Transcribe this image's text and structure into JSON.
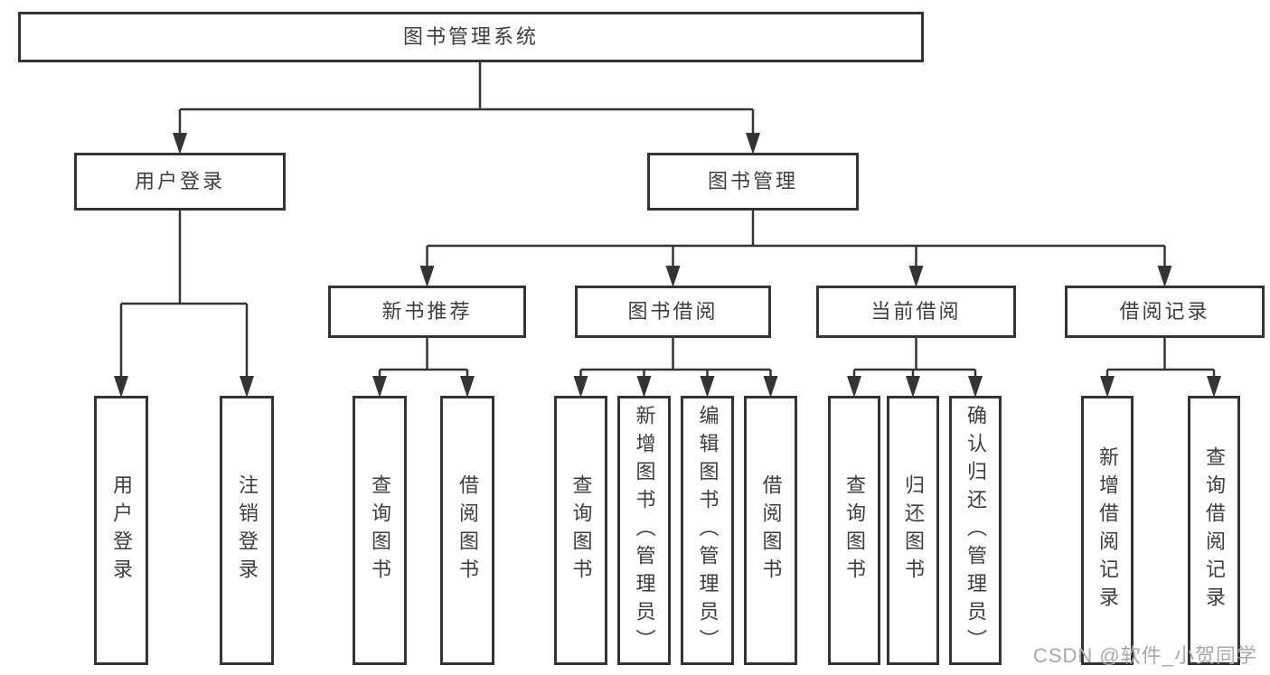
{
  "diagram": {
    "title": "图书管理系统",
    "level2": {
      "user_login": "用户登录",
      "book_management": "图书管理"
    },
    "level3": {
      "new_book_recommend": "新书推荐",
      "book_borrowing": "图书借阅",
      "current_borrowing": "当前借阅",
      "borrow_records": "借阅记录"
    },
    "leaves": {
      "user_login": "用户登录",
      "logout": "注销登录",
      "nb_query_books": "查询图书",
      "nb_borrow_books": "借阅图书",
      "bb_query_books": "查询图书",
      "bb_add_books_admin": "新增图书（管理员）",
      "bb_edit_books_admin": "编辑图书（管理员）",
      "bb_borrow_books": "借阅图书",
      "cb_query_books": "查询图书",
      "cb_return_books": "归还图书",
      "cb_confirm_return_admin": "确认归还（管理员）",
      "br_add_record": "新增借阅记录",
      "br_query_record": "查询借阅记录"
    },
    "watermark": "CSDN @软件_小贺同学",
    "colors": {
      "line": "#343434",
      "box_border": "#343434",
      "text": "#3d3d3d",
      "background": "#ffffff",
      "watermark": "#a8a8a8"
    }
  }
}
